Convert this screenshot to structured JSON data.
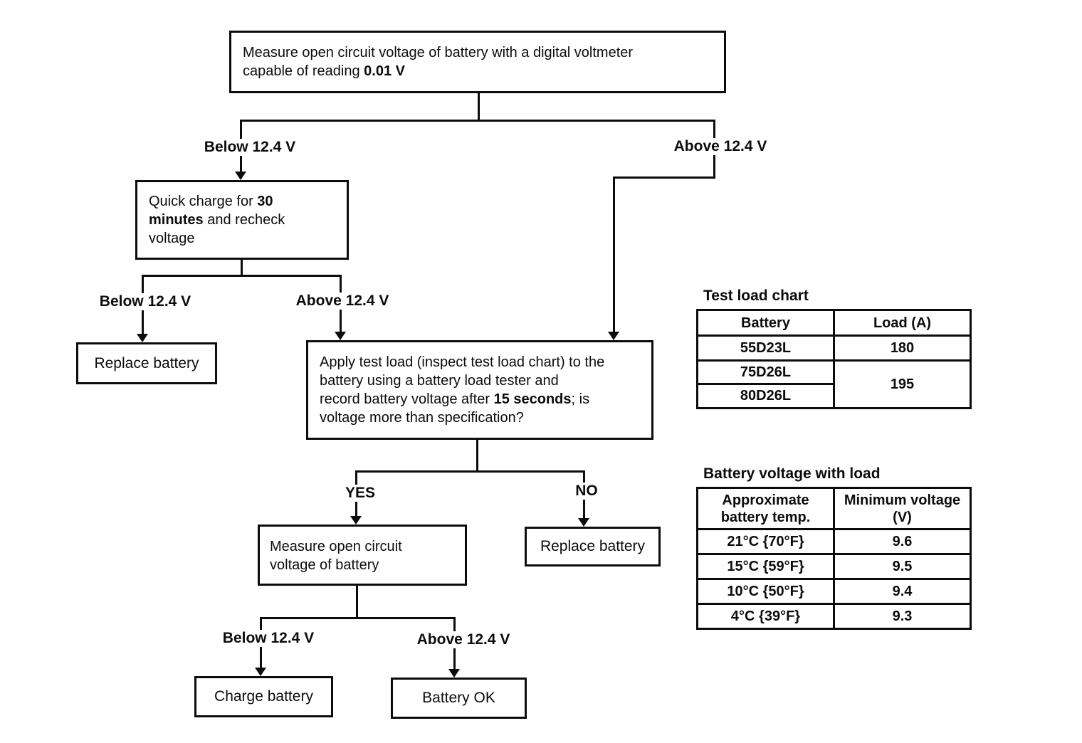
{
  "colors": {
    "ink": "#0c0c0c",
    "background": "#ffffff"
  },
  "flowchart": {
    "nodes": {
      "measure_ocv": {
        "line1": "Measure open circuit voltage of battery with a digital voltmeter",
        "line2_pre": "capable of reading ",
        "line2_bold": "0.01 V"
      },
      "quick_charge": {
        "line1_pre": "Quick charge for ",
        "line1_bold": "30",
        "line2_bold": "minutes",
        "line2_post": " and recheck",
        "line3": "voltage"
      },
      "replace_battery_1": {
        "label": "Replace battery"
      },
      "apply_test_load": {
        "line1": "Apply test load (inspect test load chart) to the",
        "line2": "battery using a battery load tester and",
        "line3_pre": "record battery voltage after ",
        "line3_bold": "15 seconds",
        "line3_post": "; is",
        "line4": "voltage more than specification?"
      },
      "measure_ocv_2": {
        "line1": "Measure open circuit",
        "line2": "voltage of battery"
      },
      "replace_battery_2": {
        "label": "Replace battery"
      },
      "charge_battery": {
        "label": "Charge battery"
      },
      "battery_ok": {
        "label": "Battery OK"
      }
    },
    "branch_labels": {
      "below_1": "Below 12.4 V",
      "above_1": "Above 12.4 V",
      "below_2": "Below 12.4 V",
      "above_2": "Above 12.4 V",
      "yes": "YES",
      "no": "NO",
      "below_3": "Below 12.4 V",
      "above_3": "Above 12.4 V"
    }
  },
  "test_load_chart": {
    "title": "Test load chart",
    "headers": [
      "Battery",
      "Load (A)"
    ],
    "rows": [
      {
        "battery": "55D23L",
        "load": "180"
      },
      {
        "battery": "75D26L",
        "load": "195"
      },
      {
        "battery": "80D26L"
      }
    ]
  },
  "battery_voltage_with_load": {
    "title": "Battery voltage with load",
    "headers": [
      "Approximate battery temp.",
      "Minimum voltage (V)"
    ],
    "rows": [
      {
        "temp": "21°C {70°F}",
        "voltage": "9.6"
      },
      {
        "temp": "15°C {59°F}",
        "voltage": "9.5"
      },
      {
        "temp": "10°C {50°F}",
        "voltage": "9.4"
      },
      {
        "temp": "4°C {39°F}",
        "voltage": "9.3"
      }
    ]
  }
}
